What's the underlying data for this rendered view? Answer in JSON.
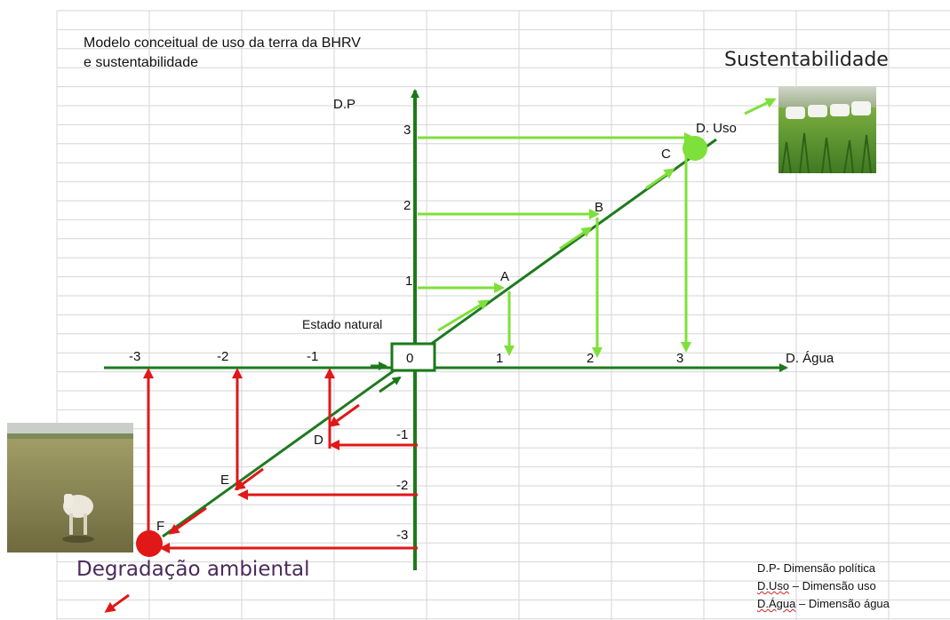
{
  "title": {
    "line1": "Modelo conceitual de uso da terra da BHRV",
    "line2": "e sustentabilidade"
  },
  "axes": {
    "y_label": "D.P",
    "x_label": "D. Água",
    "origin_label": "0",
    "origin_caption": "Estado natural",
    "x_ticks_positive": [
      "1",
      "2",
      "3"
    ],
    "x_ticks_negative": [
      "-3",
      "-2",
      "-1"
    ],
    "y_ticks_positive": [
      "1",
      "2",
      "3"
    ],
    "y_ticks_negative": [
      "-1",
      "-2",
      "-3"
    ]
  },
  "points": {
    "A": "A",
    "B": "B",
    "C": "C",
    "D": "D",
    "E": "E",
    "F": "F"
  },
  "endpoints": {
    "positive_label": "D. Uso",
    "sustainability": "Sustentabilidade",
    "degradation": "Degradação ambiental"
  },
  "legend": {
    "dp": "D.P- Dimensão política",
    "duso_key": "D.Uso",
    "duso_rest": " – Dimensão uso",
    "dagua_key": "D.Água",
    "dagua_rest": " – Dimensão água"
  },
  "images": {
    "cattle_green": "cattle-pasture-photo",
    "cattle_degraded": "degraded-pasture-photo"
  },
  "colors": {
    "axis": "#1a7a1a",
    "diag": "#1f7a1f",
    "positive_arrows": "#7ee03a",
    "negative_arrows": "#e01818",
    "grid": "#d6d6d6"
  }
}
